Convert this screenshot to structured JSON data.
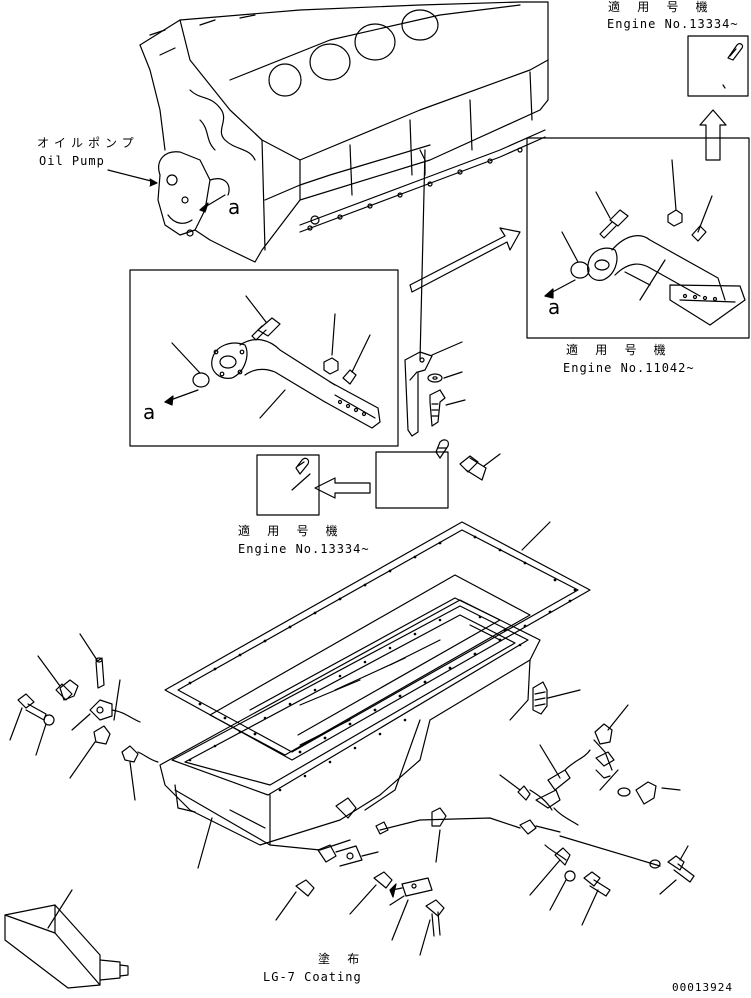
{
  "callouts": {
    "oil_pump_jp": "オイルポンプ",
    "oil_pump_en": "Oil Pump",
    "top_right_jp": "適 用 号 機",
    "top_right_en": "Engine No.13334~",
    "mid_right_jp": "適 用 号 機",
    "mid_right_en": "Engine No.11042~",
    "mid_left_jp": "適 用 号 機",
    "mid_left_en": "Engine No.13334~",
    "coating_jp": "塗 布",
    "coating_en": "LG-7 Coating",
    "marker_a": "a",
    "drawing_number": "00013924"
  }
}
